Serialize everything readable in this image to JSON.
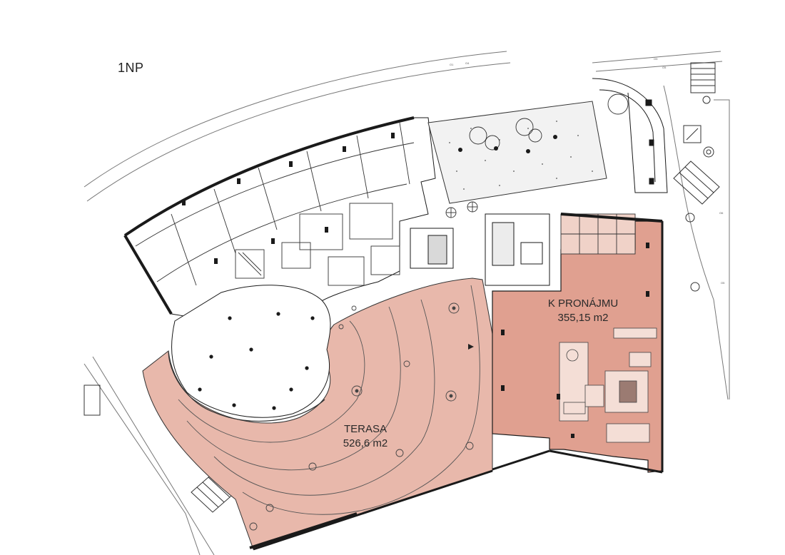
{
  "floor_label": "1NP",
  "areas": {
    "terrace": {
      "name": "TERASA",
      "size": "526,6 m2",
      "fill": "#e8b8ab"
    },
    "rental": {
      "name": "K PRONÁJMU",
      "size": "355,15 m2",
      "fill": "#e0a090"
    }
  },
  "street_marks": [
    "O1",
    "O4",
    "O3",
    "O5",
    "O6",
    "O5"
  ],
  "colors": {
    "line": "#1a1a1a",
    "light_line": "#8a8a8a",
    "paper": "#ffffff"
  }
}
